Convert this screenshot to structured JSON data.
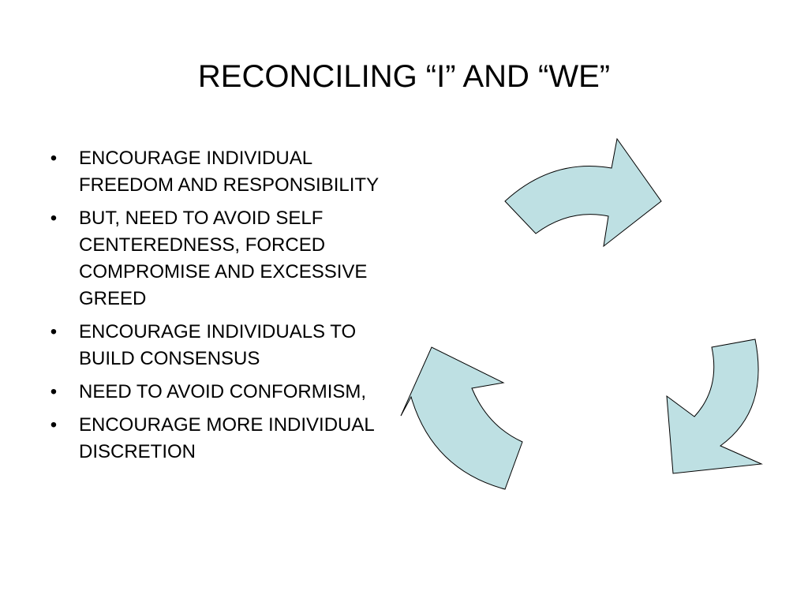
{
  "slide": {
    "title": "RECONCILING “I” AND “WE”",
    "bullet_glyph": "•",
    "bullets": [
      {
        "text": "ENCOURAGE INDIVIDUAL FREEDOM AND RESPONSIBILITY"
      },
      {
        "text": "BUT, NEED TO AVOID SELF CENTEREDNESS, FORCED COMPROMISE AND EXCESSIVE GREED"
      },
      {
        "text": "ENCOURAGE INDIVIDUALS TO BUILD CONSENSUS"
      },
      {
        "text": "NEED TO AVOID CONFORMISM,"
      },
      {
        "text": "ENCOURAGE MORE INDIVIDUAL DISCRETION"
      }
    ]
  },
  "diagram": {
    "type": "cycle",
    "arrow_count": 3,
    "fill_color": "#bee0e3",
    "stroke_color": "#000000"
  }
}
